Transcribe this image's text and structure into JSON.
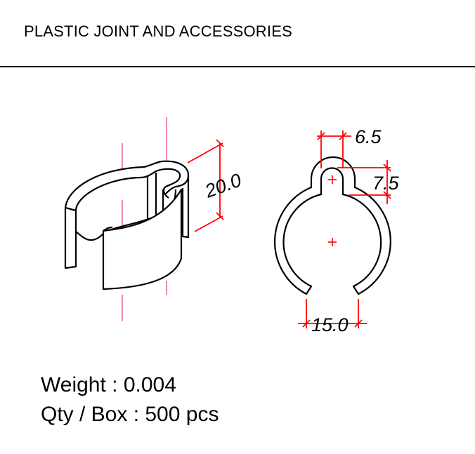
{
  "header": {
    "title": "PLASTIC JOINT AND ACCESSORIES"
  },
  "drawing": {
    "iso_view": {
      "height_dim": "20.0"
    },
    "top_view": {
      "knob_width_dim": "6.5",
      "knob_height_dim": "7.5",
      "opening_dim": "15.0"
    },
    "colors": {
      "outline": "#000000",
      "dimension": "#ff0000",
      "centerline": "#f06a9a"
    }
  },
  "specs": {
    "weight": "Weight : 0.004",
    "qty_per_box": "Qty / Box : 500 pcs"
  }
}
